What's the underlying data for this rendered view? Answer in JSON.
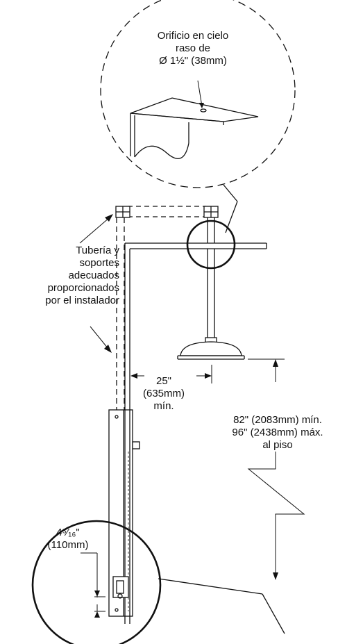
{
  "labels": {
    "ceiling_hole": [
      "Orificio en cielo",
      "raso de",
      "Ø 1½\" (38mm)"
    ],
    "supply_pipe": [
      "Tubería y",
      "soportes",
      "adecuados",
      "proporcionados",
      "por el instalador"
    ],
    "clearance": [
      "25\"",
      "(635mm)",
      "mín."
    ],
    "floor_height": [
      "82\" (2083mm) mín.",
      "96\" (2438mm) máx.",
      "al piso"
    ],
    "panel_depth": [
      "4⁵⁄₁₆\"",
      "(110mm)"
    ]
  },
  "colors": {
    "line": "#111111",
    "background": "#ffffff"
  }
}
